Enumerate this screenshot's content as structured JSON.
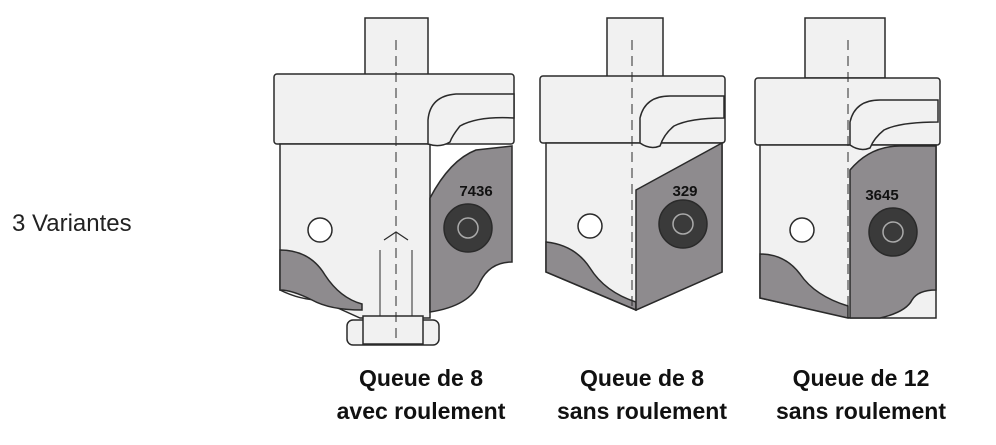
{
  "side_label": "3 Variantes",
  "variants": [
    {
      "number": "7436",
      "caption_line1": "Queue de 8",
      "caption_line2": "avec roulement"
    },
    {
      "number": "329",
      "caption_line1": "Queue de 8",
      "caption_line2": "sans roulement"
    },
    {
      "number": "3645",
      "caption_line1": "Queue de 12",
      "caption_line2": "sans roulement"
    }
  ],
  "colors": {
    "steel_light": "#f1f1f1",
    "outline": "#2a2a2a",
    "carbide": "#8e8b8e",
    "screw": "#3a3a3a"
  }
}
